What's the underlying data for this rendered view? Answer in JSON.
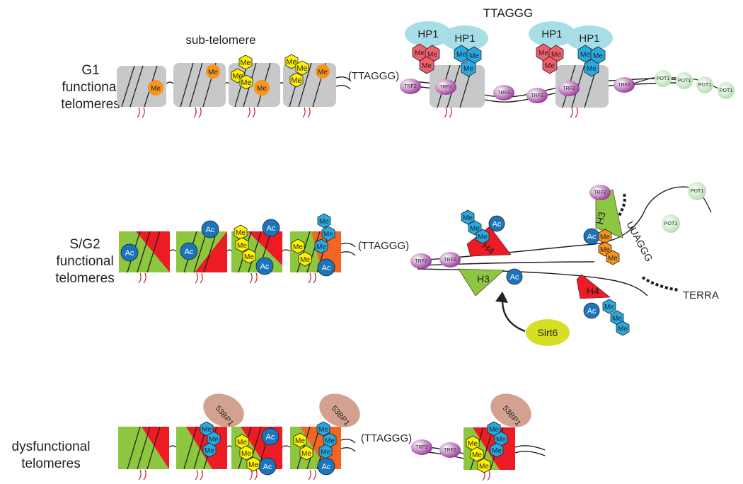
{
  "rows": [
    {
      "label_lines": [
        "G1",
        "functional",
        "telomeres"
      ]
    },
    {
      "label_lines": [
        "S/G2",
        "functional",
        "telomeres"
      ]
    },
    {
      "label_lines": [
        "dysfunctional",
        "telomeres"
      ]
    }
  ],
  "labels": {
    "sub_telomere": "sub-telomere",
    "ttaggg": "TTAGGG",
    "ttaggg_paren": "(TTAGGG)",
    "terra": "TERRA",
    "uuaggg": "UUAGGG",
    "sirt6": "Sirt6",
    "hp1": "HP1",
    "trf2": "TRF2",
    "pot1": "POT1",
    "bp53": "53BP1",
    "me": "Me",
    "ac": "Ac",
    "h3": "H3",
    "h4": "H4"
  },
  "colors": {
    "nucleosome_gray": "#c6c8ca",
    "h3_green": "#8dc63f",
    "h4_red": "#ed1c24",
    "orange_triangle": "#f26522",
    "me_yellow": "#fff200",
    "me_blue": "#27aae1",
    "me_red": "#ee5f6b",
    "me_orange": "#f7941d",
    "ac_blue": "#1c75bc",
    "hp1_cyan": "#a6dde6",
    "trf2_purple": "#92278f",
    "pot1_green": "#b7e3b5",
    "bp53_tan": "#d4a190",
    "sirt6_yellow": "#d7df23"
  }
}
